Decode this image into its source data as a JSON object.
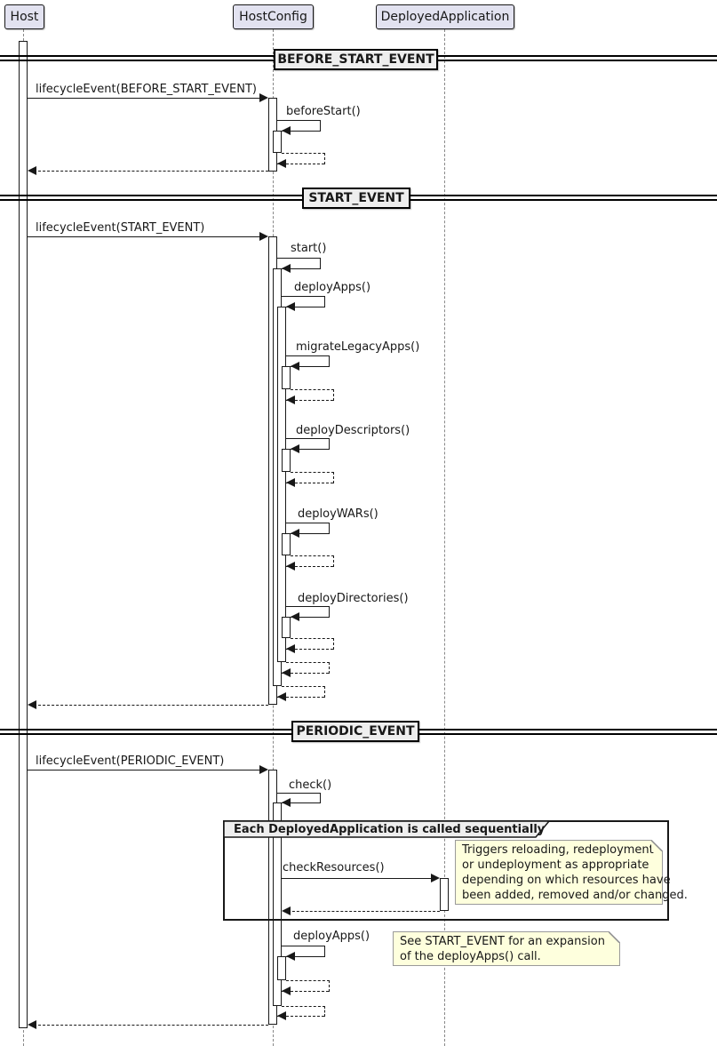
{
  "participants": [
    {
      "name": "Host"
    },
    {
      "name": "HostConfig"
    },
    {
      "name": "DeployedApplication"
    }
  ],
  "dividers": [
    {
      "label": "BEFORE_START_EVENT"
    },
    {
      "label": "START_EVENT"
    },
    {
      "label": "PERIODIC_EVENT"
    }
  ],
  "messages": {
    "lifecycle_before_start": "lifecycleEvent(BEFORE_START_EVENT)",
    "before_start": "beforeStart()",
    "lifecycle_start": "lifecycleEvent(START_EVENT)",
    "start": "start()",
    "deploy_apps": "deployApps()",
    "migrate_legacy_apps": "migrateLegacyApps()",
    "deploy_descriptors": "deployDescriptors()",
    "deploy_wars": "deployWARs()",
    "deploy_directories": "deployDirectories()",
    "lifecycle_periodic": "lifecycleEvent(PERIODIC_EVENT)",
    "check": "check()",
    "check_resources": "checkResources()",
    "deploy_apps_periodic": "deployApps()"
  },
  "group": {
    "label": "Each DeployedApplication is called sequentially"
  },
  "notes": [
    {
      "lines": [
        "Triggers reloading, redeployment",
        "or undeployment as appropriate",
        "depending on which resources have",
        "been added, removed and/or changed."
      ]
    },
    {
      "lines": [
        "See START_EVENT for an expansion",
        "of the deployApps() call."
      ]
    }
  ],
  "colors": {
    "participant_fill": "#E2E2F0",
    "divider_fill": "#EEEEEE",
    "note_fill": "#FEFFDD",
    "line": "#181818"
  }
}
